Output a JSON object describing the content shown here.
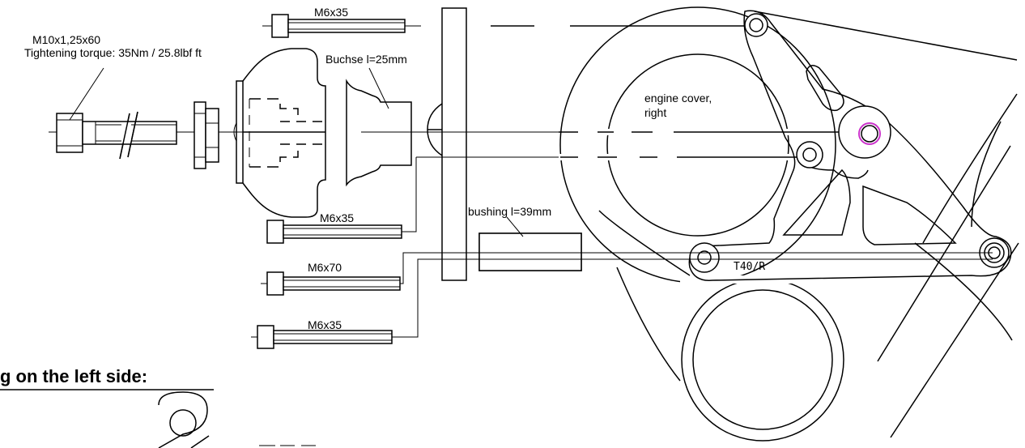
{
  "labels": {
    "bolt_main_size": "M10x1,25x60",
    "bolt_main_torque": "Tightening torque: 35Nm / 25.8lbf ft",
    "bolt_top": "M6x35",
    "bolt_mid": "M6x35",
    "bolt_m6x70": "M6x70",
    "bolt_bottom": "M6x35",
    "buchse": "Buchse l=25mm",
    "bushing": "bushing l=39mm",
    "engine_cover_1": "engine cover,",
    "engine_cover_2": "right",
    "part_code": "T40/R",
    "section_heading": "g on the left side:"
  },
  "colors": {
    "line": "#000000",
    "highlight": "#cc33cc"
  }
}
